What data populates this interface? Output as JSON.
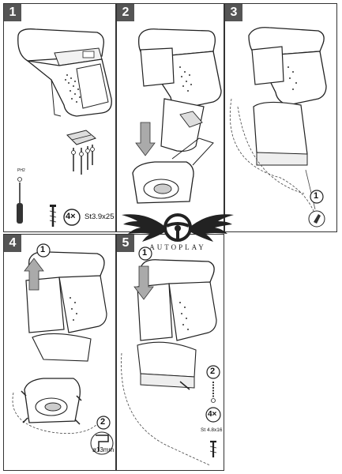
{
  "steps": [
    {
      "number": "1"
    },
    {
      "number": "2"
    },
    {
      "number": "3"
    },
    {
      "number": "4"
    },
    {
      "number": "5"
    }
  ],
  "panel1": {
    "screwdriver_label": "PH2",
    "screw_count": "4×",
    "screw_spec": "St3.9x25"
  },
  "panel3": {
    "callout": "1"
  },
  "panel4": {
    "callout_top": "1",
    "callout_bottom": "2",
    "drill_size": "ø13mm"
  },
  "panel5": {
    "callout_top": "1",
    "callout_bottom": "2",
    "screw_count": "4×",
    "screw_spec": "St 4.8x16"
  },
  "logo": {
    "text": "AUTOPLAY"
  }
}
